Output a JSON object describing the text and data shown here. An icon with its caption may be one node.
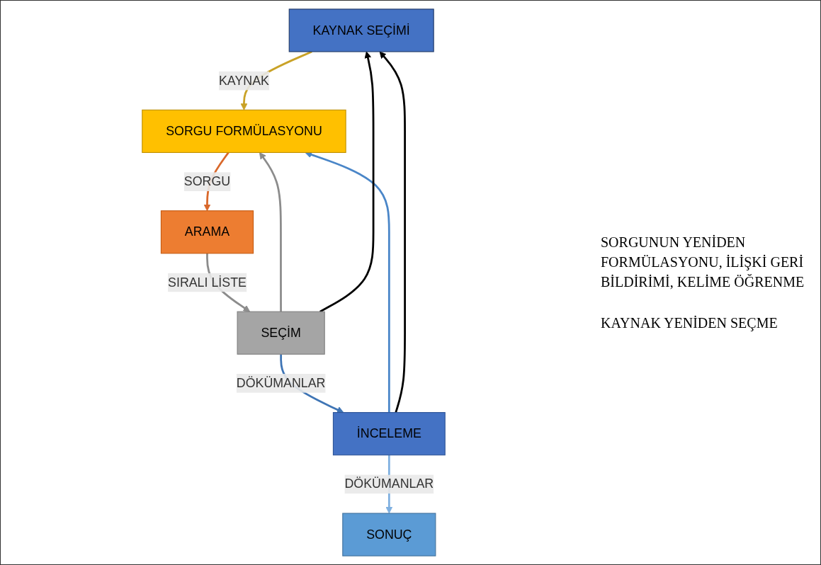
{
  "diagram": {
    "nodes": [
      {
        "text": [
          "KAYNAK SEÇİMİ"
        ]
      },
      {
        "text": [
          "SORGU FORMÜLASYONU"
        ]
      },
      {
        "text": [
          "ARAMA"
        ]
      },
      {
        "text": [
          "SEÇİM"
        ]
      },
      {
        "text": [
          "İNCELEME"
        ]
      },
      {
        "text": [
          "SONUÇ"
        ]
      }
    ],
    "edges": [
      {
        "from": 0,
        "to": 1,
        "arrow": "to",
        "label": "KAYNAK",
        "color": "#c9a227"
      },
      {
        "from": 1,
        "to": 2,
        "arrow": "to",
        "label": "SORGU",
        "color": "#d9682b"
      },
      {
        "from": 2,
        "to": 3,
        "arrow": "to",
        "label": "SIRALI LİSTE",
        "color": "#8c8c8c"
      },
      {
        "from": 3,
        "to": 4,
        "arrow": "to",
        "label": "DÖKÜMANLAR",
        "color": "#3f75b5"
      },
      {
        "from": 4,
        "to": 5,
        "arrow": "to",
        "label": "DÖKÜMANLAR",
        "color": "#7fb0e0"
      },
      {
        "from": 3,
        "to": 1,
        "arrow": "to",
        "color": "#8c8c8c"
      },
      {
        "from": 4,
        "to": 1,
        "arrow": "to",
        "color": "#4a86c8"
      },
      {
        "from": 3,
        "to": 0,
        "arrow": "to",
        "color": "#000000"
      },
      {
        "from": 4,
        "to": 0,
        "arrow": "to",
        "color": "#000000"
      }
    ],
    "labels": [
      "SORGUNUN YENİDEN FORMÜLASYONU, İLİŞKİ GERİ BİLDİRİMİ, KELİME ÖĞRENME",
      "KAYNAK YENİDEN SEÇME"
    ]
  }
}
